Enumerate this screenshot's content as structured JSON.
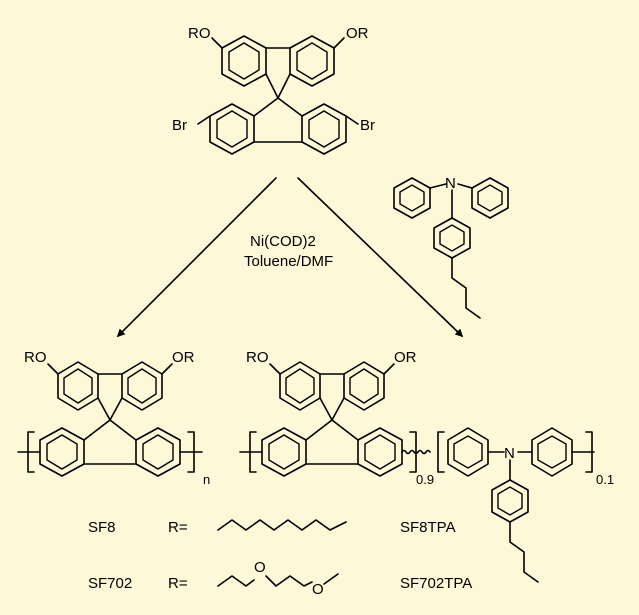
{
  "colors": {
    "background": "#fdf8d7",
    "ink": "#000000"
  },
  "monomer": {
    "sub_ro": "RO",
    "sub_or": "OR",
    "br_left": "Br",
    "br_right": "Br"
  },
  "reagent": {
    "line1": "Ni(COD)2",
    "line2": "Toluene/DMF",
    "comonomer_n": "N"
  },
  "left_polymer": {
    "ro": "RO",
    "or": "OR",
    "subscript": "n"
  },
  "right_polymer": {
    "ro": "RO",
    "or": "OR",
    "n_atom": "N",
    "sub_fluorene": "0.9",
    "sub_tpa": "0.1"
  },
  "rows": [
    {
      "name": "SF8",
      "r_label": "R=",
      "product": "SF8TPA",
      "chain_o1": "",
      "chain_o2": ""
    },
    {
      "name": "SF702",
      "r_label": "R=",
      "product": "SF702TPA",
      "chain_o1": "O",
      "chain_o2": "O"
    }
  ]
}
